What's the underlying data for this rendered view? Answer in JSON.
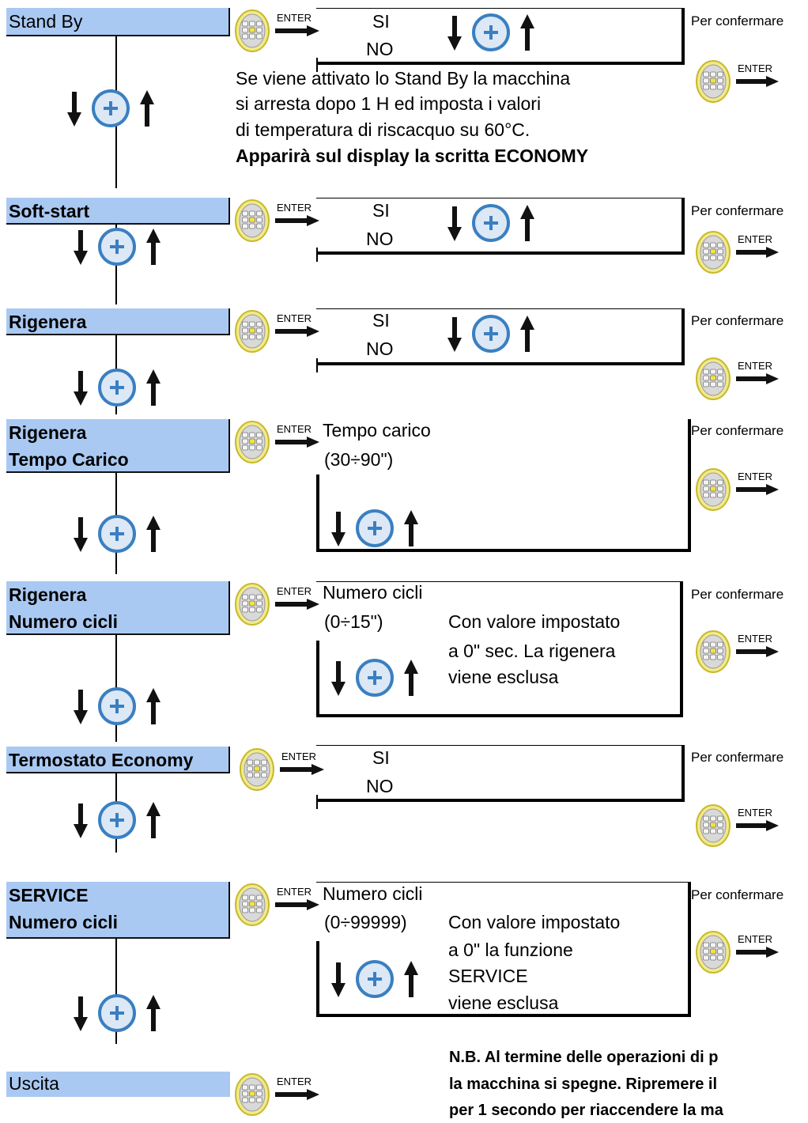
{
  "enter_label": "ENTER",
  "confirm_text": "Per confermare",
  "sections": [
    {
      "id": "standby",
      "lines": [
        "Stand By"
      ],
      "bold": false,
      "options": [
        "SI",
        "NO"
      ],
      "note_lines": [
        "Se viene attivato lo Stand By la macchina",
        "si arresta dopo 1 H ed imposta i valori",
        "di temperatura di riscacquo su 60°C."
      ],
      "note_bold": "Apparirà sul display la scritta ECONOMY"
    },
    {
      "id": "softstart",
      "lines": [
        "Soft-start"
      ],
      "bold": true,
      "options": [
        "SI",
        "NO"
      ]
    },
    {
      "id": "rigenera",
      "lines": [
        "Rigenera"
      ],
      "bold": true,
      "options": [
        "SI",
        "NO"
      ]
    },
    {
      "id": "rigenera-tempo",
      "lines": [
        "Rigenera",
        "Tempo Carico"
      ],
      "bold": true,
      "field_title": "Tempo  carico",
      "range": "(30÷90\")"
    },
    {
      "id": "rigenera-cicli",
      "lines": [
        "Rigenera",
        "Numero cicli"
      ],
      "bold": true,
      "field_title": "Numero cicli",
      "range": "(0÷15\")",
      "note_lines": [
        "Con valore impostato",
        "a 0\" sec. La rigenera",
        "viene esclusa"
      ]
    },
    {
      "id": "termostato",
      "lines": [
        "Termostato Economy"
      ],
      "bold": true,
      "options": [
        "SI",
        "NO"
      ]
    },
    {
      "id": "service",
      "lines": [
        "SERVICE",
        "Numero cicli"
      ],
      "bold": true,
      "field_title": "Numero cicli",
      "range": "(0÷99999)",
      "note_lines": [
        "Con valore impostato",
        "a 0\" la funzione",
        "SERVICE",
        "viene esclusa"
      ]
    },
    {
      "id": "uscita",
      "lines": [
        "Uscita"
      ],
      "bold": false
    }
  ],
  "footer_note": [
    "N.B. Al termine delle operazioni di p",
    "la macchina si spegne. Ripremere il",
    "per 1 secondo per riaccendere la ma"
  ]
}
